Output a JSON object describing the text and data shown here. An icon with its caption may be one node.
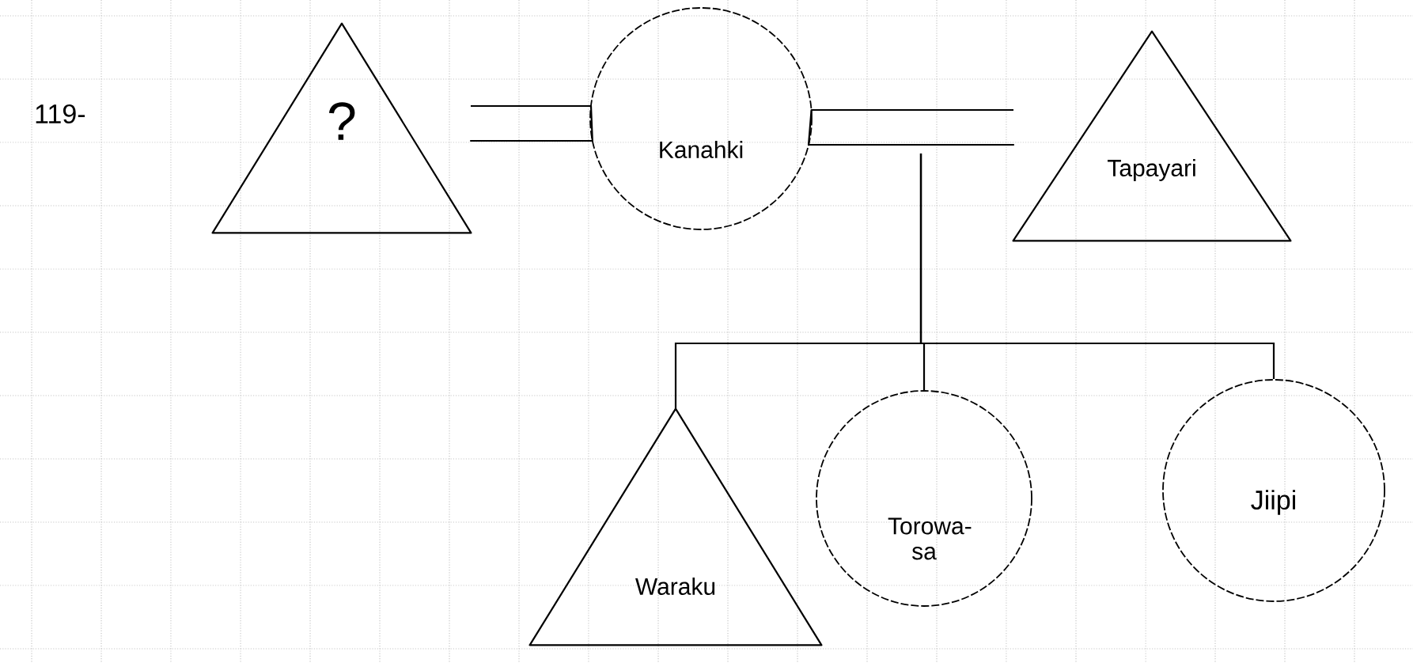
{
  "diagram": {
    "nodes": [
      {
        "text": [
          "?"
        ]
      },
      {
        "text": [
          "Kanahki"
        ]
      },
      {
        "text": [
          "Tapayari"
        ]
      },
      {
        "text": [
          "Waraku"
        ]
      },
      {
        "text": [
          "Torowa-sa"
        ]
      },
      {
        "text": [
          "Jiipi"
        ]
      }
    ],
    "edges": [
      {
        "from": 0,
        "to": 1,
        "arrow": "none"
      },
      {
        "from": 1,
        "to": 2,
        "arrow": "none"
      },
      {
        "from": null,
        "to": 3,
        "arrow": "none"
      },
      {
        "from": null,
        "to": 4,
        "arrow": "none"
      },
      {
        "from": null,
        "to": 5,
        "arrow": "none"
      }
    ],
    "labels": [
      "119-"
    ]
  }
}
